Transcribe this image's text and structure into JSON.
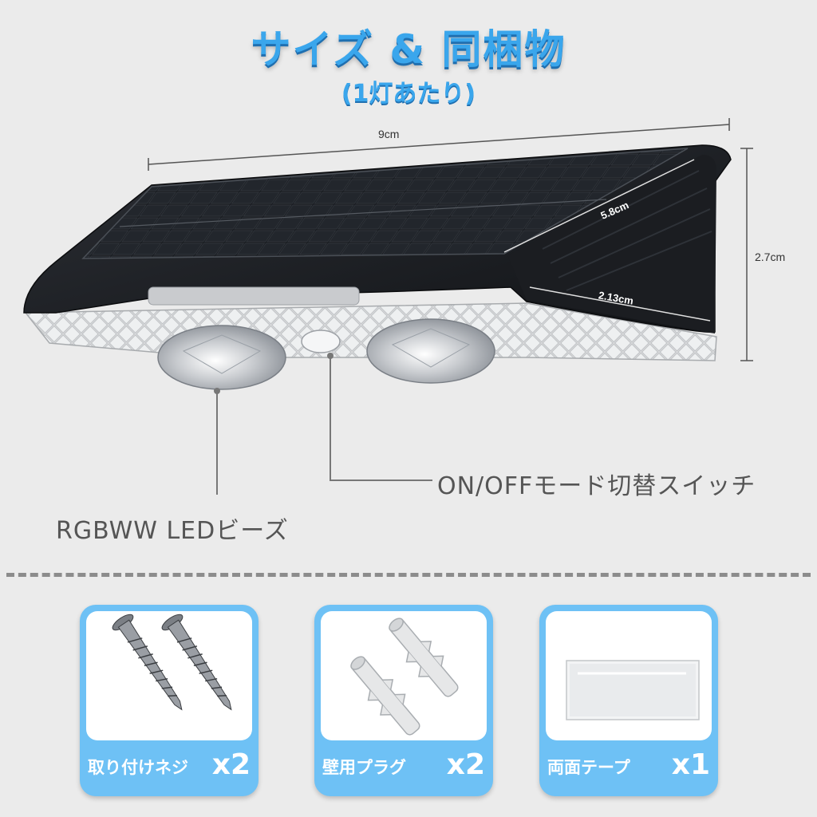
{
  "header": {
    "title": "サイズ & 同梱物",
    "subtitle": "(1灯あたり)"
  },
  "dimensions": {
    "width": "9cm",
    "depth": "5.8cm",
    "height": "2.7cm",
    "side": "2.13cm"
  },
  "callouts": {
    "switch": "ON/OFFモード切替スイッチ",
    "leds": "RGBWW LEDビーズ"
  },
  "accessories": [
    {
      "label": "取り付けネジ",
      "qty": "x2",
      "icon": "screw-icon"
    },
    {
      "label": "壁用プラグ",
      "qty": "x2",
      "icon": "wall-plug-icon"
    },
    {
      "label": "両面テープ",
      "qty": "x1",
      "icon": "double-sided-tape-icon"
    }
  ],
  "colors": {
    "accent": "#3aa6ec",
    "card": "#6ec1f5",
    "background": "#ebebeb"
  }
}
